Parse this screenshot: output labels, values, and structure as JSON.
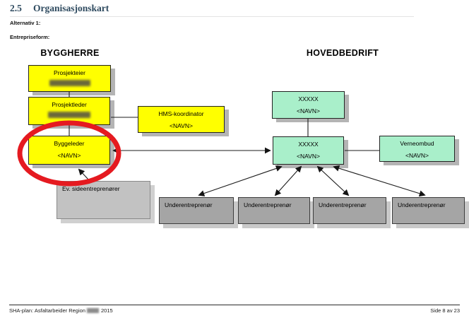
{
  "document": {
    "section_number": "2.5",
    "section_title": "Organisasjonskart",
    "alternativ_label": "Alternativ 1:",
    "entrepriseform_label": "Entrepriseform:"
  },
  "orgchart": {
    "left_heading": "BYGGHERRE",
    "right_heading": "HOVEDBEDRIFT",
    "nodes": {
      "prosjekteier": {
        "title": "Prosjekteier",
        "subtitle_redacted": true
      },
      "prosjektleder": {
        "title": "Prosjektleder",
        "subtitle_redacted": true
      },
      "hms_koordinator": {
        "title": "HMS-koordinator",
        "subtitle": "<NAVN>"
      },
      "byggeleder": {
        "title": "Byggeleder",
        "subtitle": "<NAVN>"
      },
      "hovedbedrift_top": {
        "title": "XXXXX",
        "subtitle": "<NAVN>"
      },
      "hovedbedrift_main": {
        "title": "XXXXX",
        "subtitle": "<NAVN>"
      },
      "verneombud": {
        "title": "Verneombud",
        "subtitle": "<NAVN>"
      },
      "sideentreprenorer": {
        "title": "Ev. sideentreprenører"
      }
    },
    "underentreprenorer": {
      "labels": [
        "Underentreprenør",
        "Underentreprenør",
        "Underentreprenør",
        "Underentreprenør"
      ]
    },
    "annotation": {
      "shape": "red-ellipse",
      "highlights": "Byggeleder"
    }
  },
  "footer": {
    "left_text": "SHA-plan: Asfaltarbeider Region",
    "left_redacted": true,
    "left_year": "2015",
    "right_text": "Side 8 av 23"
  },
  "colors": {
    "heading_text": "#2e4a5f",
    "byggherre_box": "#ffff00",
    "hovedbedrift_box": "#a9efca",
    "underentreprenor_box": "#a5a5a5",
    "sideentreprenor_box": "#c2c2c2",
    "annotation_red": "#e51a20"
  }
}
